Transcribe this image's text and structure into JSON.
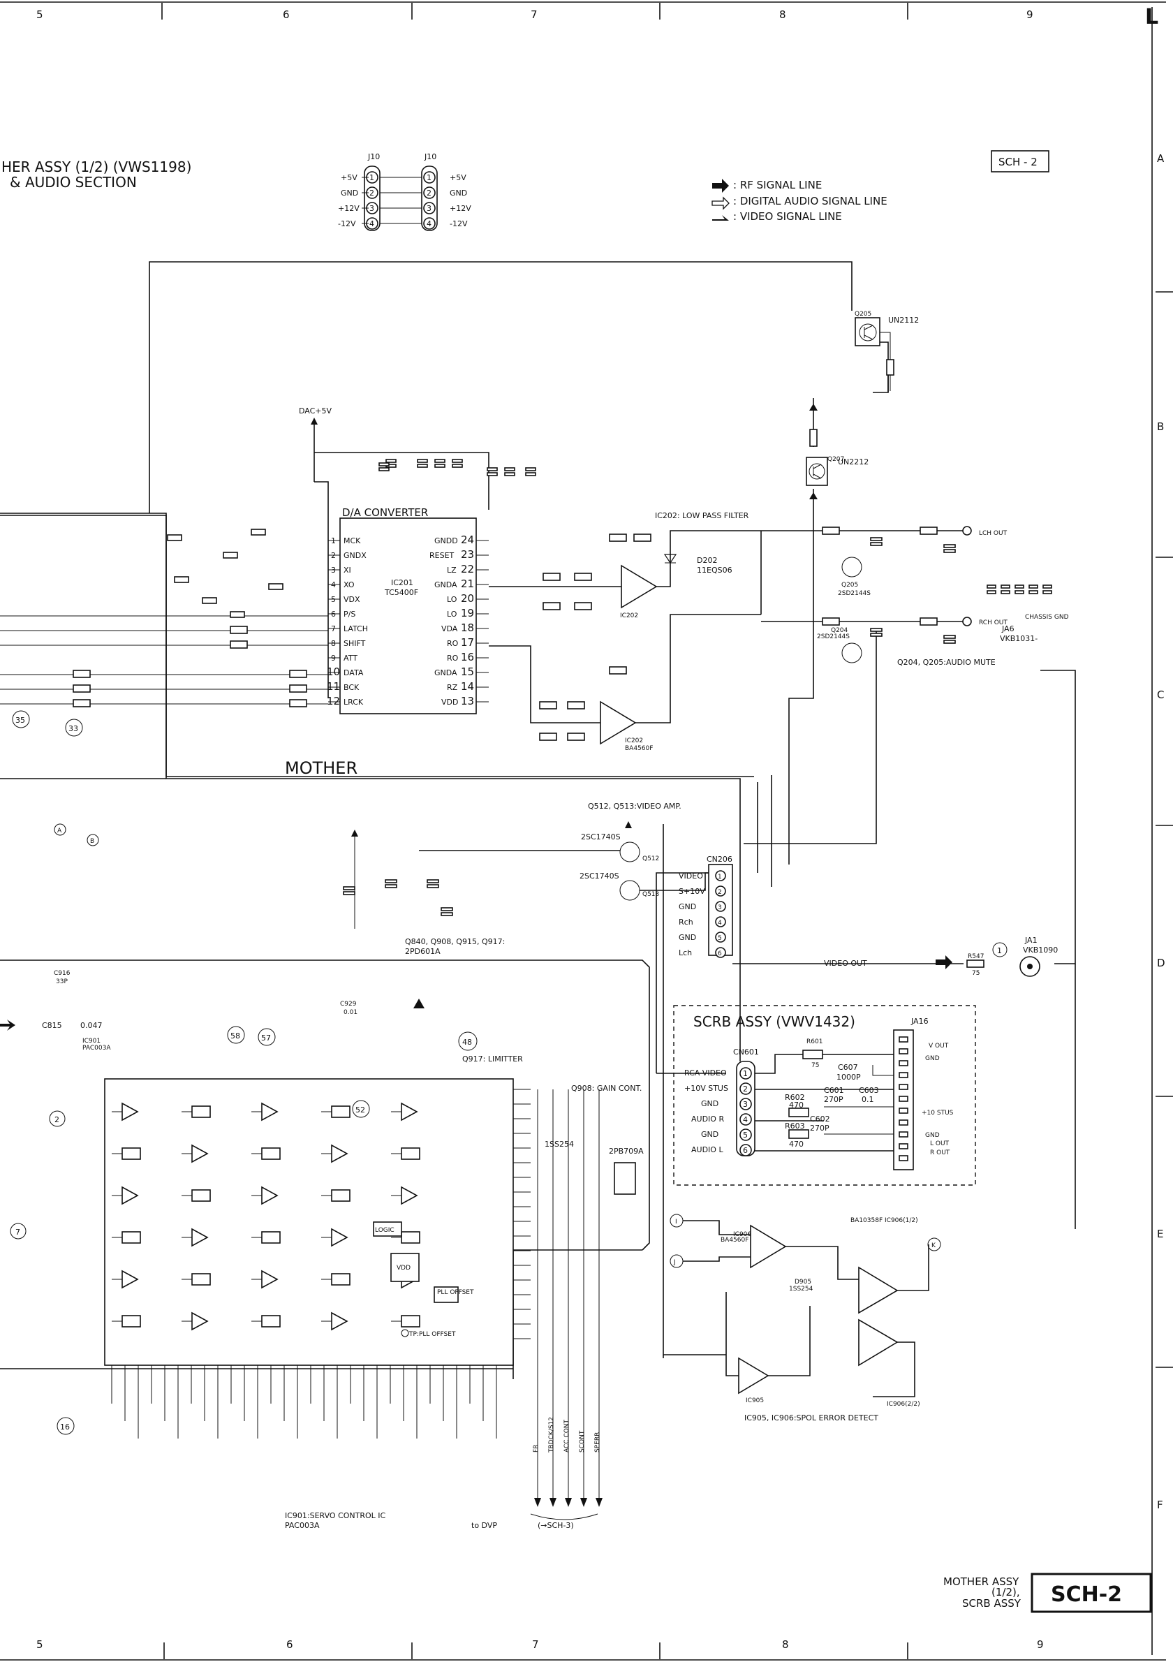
{
  "grid": {
    "columns": [
      "5",
      "6",
      "7",
      "8",
      "9"
    ],
    "rows": [
      "A",
      "B",
      "C",
      "D",
      "E",
      "F"
    ],
    "corner_mark": "L"
  },
  "titles": {
    "assy_line1": "HER ASSY (1/2) (VWS1198)",
    "assy_line2": "& AUDIO SECTION",
    "sheet_tag": "SCH - 2",
    "mother_label": "MOTHER",
    "scrb_title": "SCRB ASSY (VWV1432)"
  },
  "legend": {
    "rf": ": RF SIGNAL LINE",
    "digital_audio": ": DIGITAL AUDIO SIGNAL LINE",
    "video": ": VIDEO SIGNAL LINE"
  },
  "connector_j10": {
    "name": "J10",
    "pins": [
      {
        "num": "1",
        "label": "+5V"
      },
      {
        "num": "2",
        "label": "GND"
      },
      {
        "num": "3",
        "label": "+12V"
      },
      {
        "num": "4",
        "label": "-12V"
      }
    ]
  },
  "dac": {
    "title": "D/A CONVERTER",
    "ic": "IC201",
    "part": "TC5400F",
    "supply": "DAC+5V",
    "left_pins": [
      {
        "num": "1",
        "name": "MCK"
      },
      {
        "num": "2",
        "name": "GNDX"
      },
      {
        "num": "3",
        "name": "XI"
      },
      {
        "num": "4",
        "name": "XO"
      },
      {
        "num": "5",
        "name": "VDX"
      },
      {
        "num": "6",
        "name": "P/S"
      },
      {
        "num": "7",
        "name": "LATCH"
      },
      {
        "num": "8",
        "name": "SHIFT"
      },
      {
        "num": "9",
        "name": "ATT"
      },
      {
        "num": "10",
        "name": "DATA"
      },
      {
        "num": "11",
        "name": "BCK"
      },
      {
        "num": "12",
        "name": "LRCK"
      }
    ],
    "right_pins": [
      {
        "num": "24",
        "name": "GNDD"
      },
      {
        "num": "23",
        "name": "RESET"
      },
      {
        "num": "22",
        "name": "LZ"
      },
      {
        "num": "21",
        "name": "GNDA"
      },
      {
        "num": "20",
        "name": "LO"
      },
      {
        "num": "19",
        "name": "LO"
      },
      {
        "num": "18",
        "name": "VDA"
      },
      {
        "num": "17",
        "name": "RO"
      },
      {
        "num": "16",
        "name": "RO"
      },
      {
        "num": "15",
        "name": "GNDA"
      },
      {
        "num": "14",
        "name": "RZ"
      },
      {
        "num": "13",
        "name": "VDD"
      }
    ]
  },
  "lpf": {
    "title": "IC202: LOW PASS FILTER",
    "diode": "D202",
    "diode_part": "11EQS06",
    "opamp_top": "IC202",
    "opamp_bottom": "IC202",
    "opamp_part": "BA4560F"
  },
  "audio_out": {
    "q205": "Q205",
    "q205_part": "UN2112",
    "q207": "Q207",
    "q207_part": "UN2212",
    "lch": "LCH OUT",
    "rch": "RCH OUT",
    "chassis": "CHASSIS GND",
    "jack": "JA6",
    "jack_part": "VKB1031-",
    "mute_note": "Q204, Q205:AUDIO MUTE",
    "q205b": "Q205",
    "q205b_part": "2SD2144S",
    "q204": "Q204",
    "q204_part": "2SD2144S"
  },
  "video": {
    "amp_note": "Q512, Q513:VIDEO AMP.",
    "q512_part": "2SC1740S",
    "q513_part": "2SC1740S",
    "q512": "Q512",
    "q513": "Q513",
    "cn206": "CN206",
    "cn206_pins": [
      {
        "num": "1",
        "label": "VIDEO"
      },
      {
        "num": "2",
        "label": "S+10V"
      },
      {
        "num": "3",
        "label": "GND"
      },
      {
        "num": "4",
        "label": "Rch"
      },
      {
        "num": "5",
        "label": "GND"
      },
      {
        "num": "6",
        "label": "Lch"
      }
    ],
    "video_out": "VIDEO OUT",
    "ja1": "JA1",
    "ja1_part": "VKB1090",
    "r547": "R547",
    "r547_val": "75"
  },
  "scrb": {
    "cn601": "CN601",
    "ja16": "JA16",
    "pins": [
      {
        "num": "1",
        "label": "RCA VIDEO"
      },
      {
        "num": "2",
        "label": "+10V STUS"
      },
      {
        "num": "3",
        "label": "GND"
      },
      {
        "num": "4",
        "label": "AUDIO R"
      },
      {
        "num": "5",
        "label": "GND"
      },
      {
        "num": "6",
        "label": "AUDIO L"
      }
    ],
    "out_labels": [
      "V OUT",
      "GND",
      "+10 STUS",
      "GND",
      "L OUT",
      "R OUT"
    ],
    "parts": [
      {
        "ref": "R601",
        "val": "75"
      },
      {
        "ref": "C607",
        "val": "1000P"
      },
      {
        "ref": "R602",
        "val": "470"
      },
      {
        "ref": "C601",
        "val": "270P"
      },
      {
        "ref": "C603",
        "val": "0.1"
      },
      {
        "ref": "C602",
        "val": "270P"
      },
      {
        "ref": "R603",
        "val": "470"
      }
    ]
  },
  "servo": {
    "ic901_note": "IC901:SERVO CONTROL IC",
    "ic901_part": "PAC003A",
    "ic901": "IC901",
    "q_note": "Q840, Q908, Q915, Q917:",
    "q_note_part": "2PD601A",
    "limitter": "Q917: LIMITTER",
    "gain": "Q908: GAIN CONT.",
    "pll": "PLL OFFSET",
    "tp_pll": "TP:PLL OFFSET",
    "c815": "C815",
    "c815_val": "0.047",
    "c929": "C929",
    "c929_val": "0.01",
    "c916": "C916",
    "c916_val": "33P",
    "transistor_2pb": "2PB709A",
    "logic": "LOGIC",
    "vdd": "VDD",
    "d1s": "1SS254",
    "to_dvp": "to DVP",
    "sch3": "(→SCH-3)",
    "bus_labels": [
      "FR",
      "TBDCK/S12",
      "ACC CONT",
      "SCONT",
      "SPERR"
    ]
  },
  "spol": {
    "note": "IC905, IC906:SPOL ERROR DETECT",
    "ic906a": "IC906",
    "ic906a_part": "BA4560F",
    "ic906b": "BA10358F IC906(1/2)",
    "ic906c": "IC906(2/2)",
    "ic905": "IC905",
    "diode": "1SS254",
    "d905": "D905"
  },
  "markers": [
    "33",
    "35",
    "48",
    "52",
    "57",
    "58",
    "2",
    "7",
    "16",
    "1"
  ],
  "letters": [
    "A",
    "B",
    "I",
    "J",
    "K"
  ],
  "footer": {
    "line1": "MOTHER ASSY",
    "line2": "(1/2),",
    "line3": "SCRB ASSY",
    "tag": "SCH-2"
  }
}
